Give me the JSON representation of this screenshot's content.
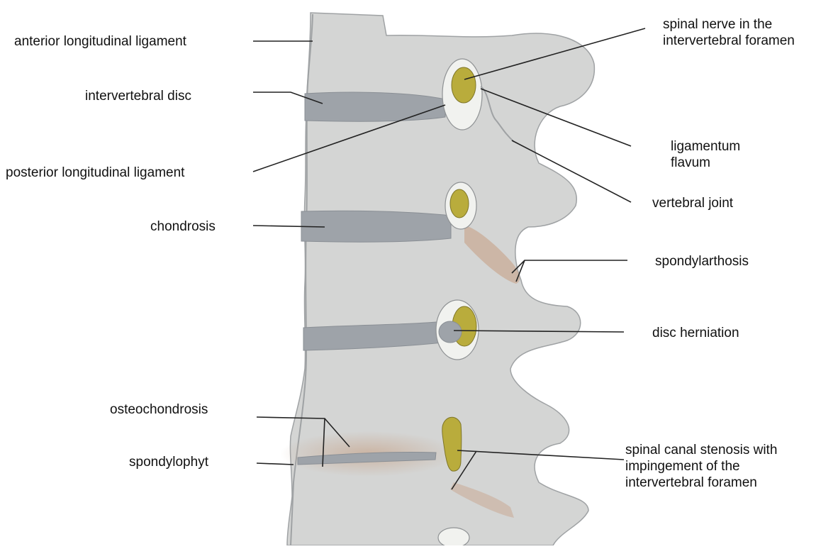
{
  "colors": {
    "bone": "#d4d5d4",
    "bone_edge": "#9fa2a4",
    "disc": "#9ea3a9",
    "nerve": "#b9ac3c",
    "canal": "#f1f2ef",
    "degeneration": "#c9ae9a",
    "leader": "#222222"
  },
  "labels": {
    "anterior_longitudinal_ligament": "anterior longitudinal ligament",
    "intervertebral_disc": "intervertebral disc",
    "posterior_longitudinal_ligament": "posterior longitudinal ligament",
    "chondrosis": "chondrosis",
    "osteochondrosis": "osteochondrosis",
    "spondylophyt": "spondylophyt",
    "spinal_nerve": [
      "spinal nerve in the",
      "intervertebral foramen"
    ],
    "ligamentum_flavum": [
      "ligamentum",
      "flavum"
    ],
    "vertebral_joint": "vertebral joint",
    "spondylarthosis": "spondylarthosis",
    "disc_herniation": "disc herniation",
    "stenosis": [
      "spinal canal stenosis with",
      "impingement of the",
      "intervertebral foramen"
    ]
  }
}
